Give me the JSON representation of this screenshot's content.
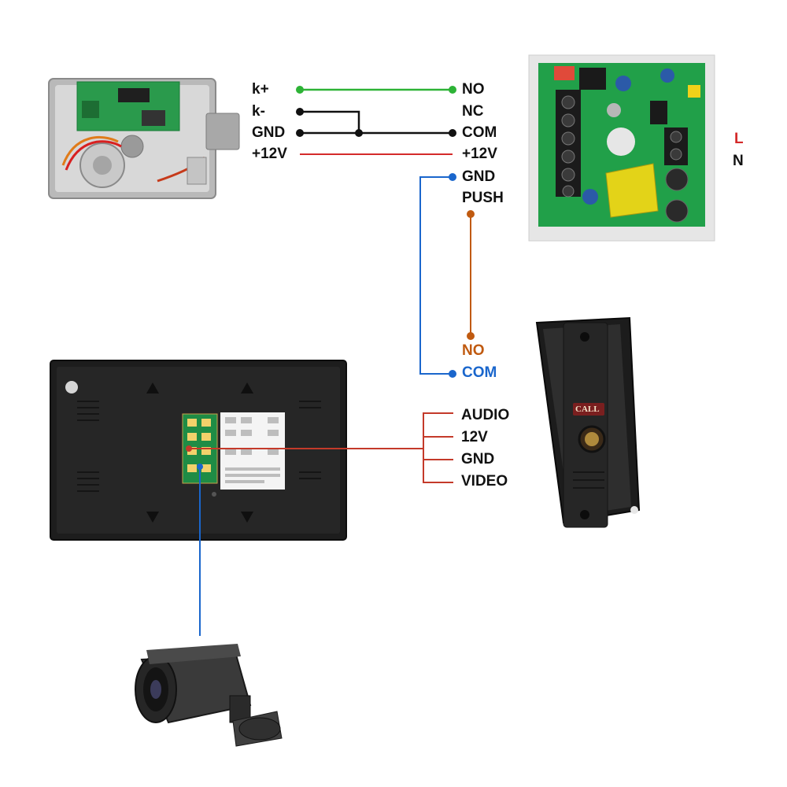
{
  "lock": {
    "pins": [
      "k+",
      "k-",
      "GND",
      "+12V"
    ]
  },
  "power_supply": {
    "pins": [
      "NO",
      "NC",
      "COM",
      "+12V",
      "GND",
      "PUSH"
    ],
    "mains": [
      "L",
      "N"
    ]
  },
  "exit_button": {
    "pins": [
      "NO",
      "COM"
    ]
  },
  "outdoor_unit": {
    "pins": [
      "AUDIO",
      "12V",
      "GND",
      "VIDEO"
    ],
    "call_label": "CALL"
  },
  "colors": {
    "green_wire": "#2db336",
    "black_wire": "#111111",
    "red_wire": "#d42a2a",
    "blue_wire": "#1a66cc",
    "brown_wire": "#c05a10",
    "pcb_green": "#1f9a48"
  }
}
